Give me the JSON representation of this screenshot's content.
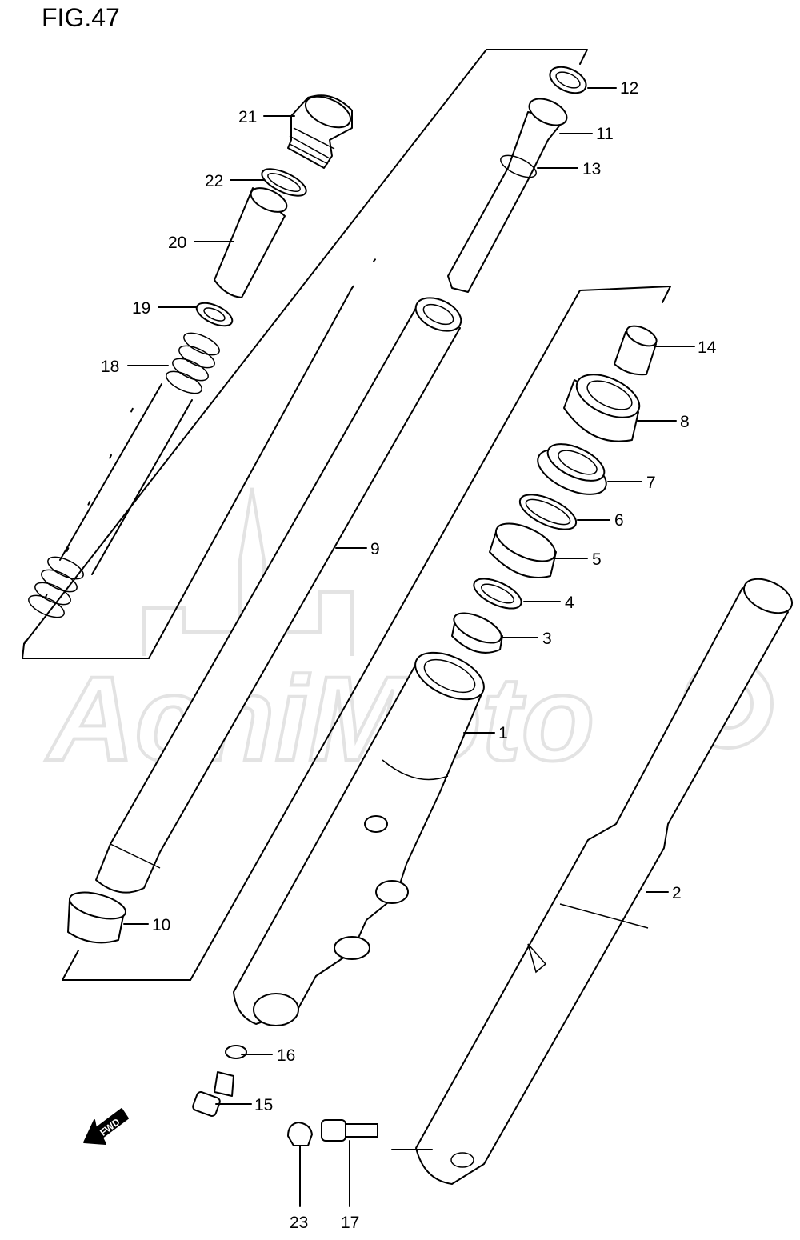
{
  "figure": {
    "title": "FIG.47"
  },
  "watermark": {
    "text": "AchiMoto"
  },
  "direction": {
    "label": "FWD"
  },
  "callouts": [
    {
      "number": "1"
    },
    {
      "number": "2"
    },
    {
      "number": "3"
    },
    {
      "number": "4"
    },
    {
      "number": "5"
    },
    {
      "number": "6"
    },
    {
      "number": "7"
    },
    {
      "number": "8"
    },
    {
      "number": "9"
    },
    {
      "number": "10"
    },
    {
      "number": "11"
    },
    {
      "number": "12"
    },
    {
      "number": "13"
    },
    {
      "number": "14"
    },
    {
      "number": "15"
    },
    {
      "number": "16"
    },
    {
      "number": "17"
    },
    {
      "number": "18"
    },
    {
      "number": "19"
    },
    {
      "number": "20"
    },
    {
      "number": "21"
    },
    {
      "number": "22"
    },
    {
      "number": "23"
    }
  ]
}
